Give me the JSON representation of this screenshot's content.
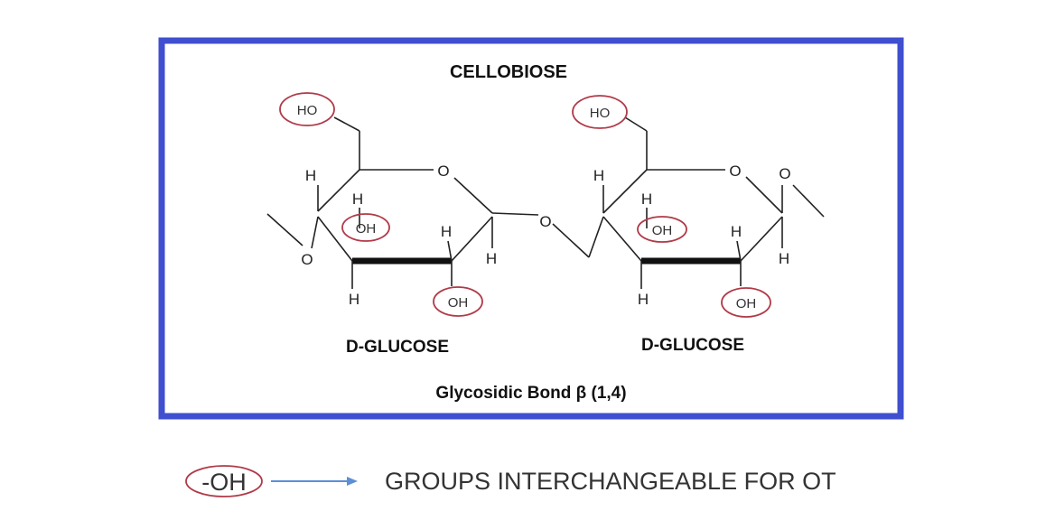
{
  "title": "CELLOBIOSE",
  "monomer_labels": [
    "D-GLUCOSE",
    "D-GLUCOSE"
  ],
  "bond_label": "Glycosidic Bond β (1,4)",
  "atoms": {
    "hydroxymethyl": "HO",
    "oxygen": "O",
    "hydrogen": "H",
    "hydroxyl": "OH"
  },
  "legend": {
    "group": "-OH",
    "description": "GROUPS INTERCHANGEABLE FOR OT"
  },
  "colors": {
    "frame": "#3f4fd0",
    "highlight": "#b03a48",
    "arrow": "#5b8fd6"
  }
}
